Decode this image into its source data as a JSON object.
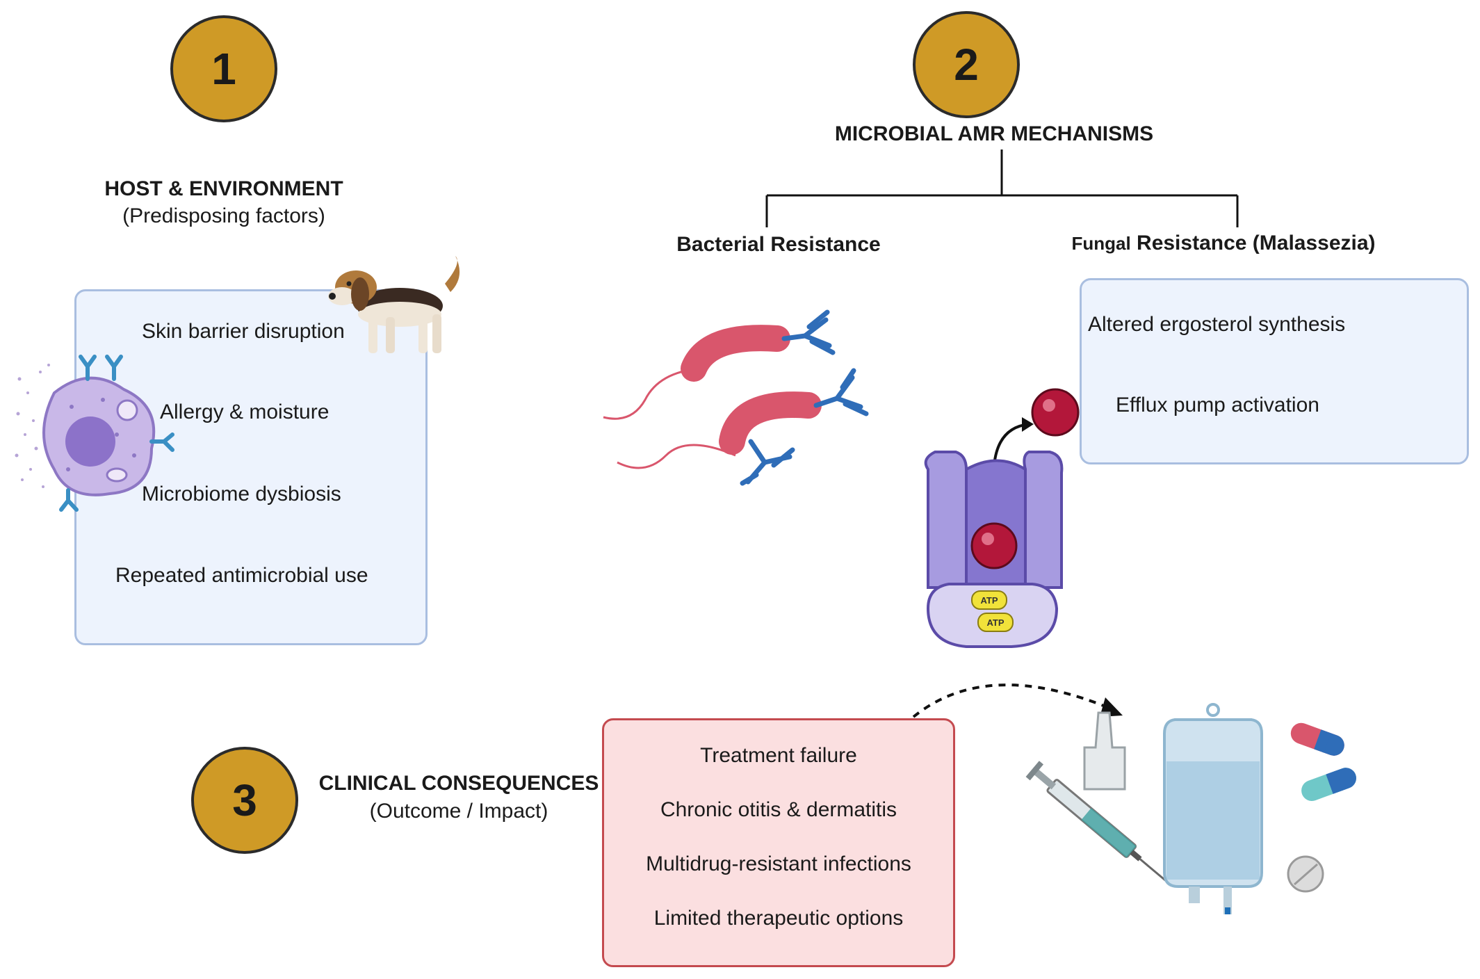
{
  "steps": {
    "one": "1",
    "two": "2",
    "three": "3"
  },
  "host": {
    "title": "HOST & ENVIRONMENT",
    "subtitle": "(Predisposing factors)",
    "items": [
      "Skin barrier disruption",
      "Allergy & moisture",
      "Microbiome dysbiosis",
      "Repeated antimicrobial use"
    ]
  },
  "microbial": {
    "title": "MICROBIAL AMR MECHANISMS",
    "bacterial_label": "Bacterial Resistance",
    "fungal_label_prefix": "Fungal",
    "fungal_label_rest": " Resistance (Malassezia)",
    "fungal_items": [
      "Altered ergosterol synthesis",
      "Efflux pump activation"
    ],
    "atp_labels": [
      "ATP",
      "ATP"
    ]
  },
  "clinical": {
    "title": "CLINICAL CONSEQUENCES",
    "subtitle": "(Outcome / Impact)",
    "items": [
      "Treatment failure",
      "Chronic otitis & dermatitis",
      "Multidrug-resistant infections",
      "Limited therapeutic options"
    ]
  },
  "colors": {
    "step_circle": "#cf9a26",
    "host_box_fill": "#edf3fd",
    "host_box_border": "#a9bee0",
    "clinical_box_fill": "#fbdfe0",
    "clinical_box_border": "#c44a4f",
    "bacteria": "#d9566c",
    "antibody": "#2f6db8",
    "pump": "#a79be0",
    "drug_molecule": "#b3173a"
  }
}
